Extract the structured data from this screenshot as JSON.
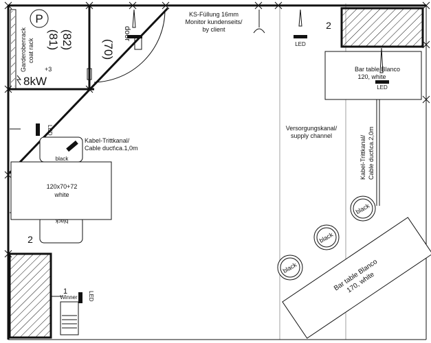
{
  "labels": {
    "parking": "P",
    "coat_line1": "Garderobenrack",
    "coat_line2": "coat rack",
    "num82": "(82)",
    "num81": "(81)",
    "power": "8kW",
    "num70": "(70)",
    "door": "door",
    "power_circuit": "+3",
    "ks_line1": "KS-Füllung 16mm",
    "ks_line2": "Monitor kundenseits/",
    "ks_line3": "by client",
    "led": "LED",
    "booth_no": "2",
    "bar_top_line1": "Bar table Blanco",
    "bar_top_line2": "120, white",
    "cable_left_line1": "Kabel-Trittkanal/",
    "cable_left_line2": "Cable duct\\ca.1,0m",
    "versorgung_line1": "Versorgungskanal/",
    "versorgung_line2": "supply channel",
    "cable_right_line1": "Kabel-Trittkanal/",
    "cable_right_line2": "Cable duct\\ca.2,0m",
    "table_size": "120x70+72",
    "table_color": "white",
    "black": "black",
    "bar_bottom_line1": "Bar table Blanco",
    "bar_bottom_line2": "170, white",
    "num1": "1",
    "winner": "Winner"
  },
  "colors": {
    "line": "#111111",
    "grid": "#888888",
    "background": "#ffffff"
  }
}
